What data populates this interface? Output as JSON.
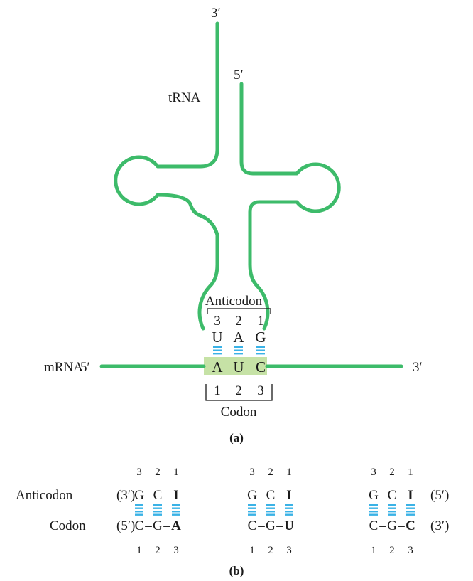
{
  "colors": {
    "strand": "#3dbb6a",
    "hbond": "#3ab2e6",
    "codon_highlight": "#c6e2a6",
    "text": "#1a1a1a"
  },
  "panel_a": {
    "trna_label": "tRNA",
    "trna_3prime": "3′",
    "trna_5prime": "5′",
    "anticodon_title": "Anticodon",
    "anticodon_positions": [
      "3",
      "2",
      "1"
    ],
    "anticodon_bases": [
      "U",
      "A",
      "G"
    ],
    "mrna_label": "mRNA",
    "mrna_5prime": "5′",
    "mrna_3prime": "3′",
    "codon_bases": [
      "A",
      "U",
      "C"
    ],
    "codon_positions": [
      "1",
      "2",
      "3"
    ],
    "codon_title": "Codon",
    "caption": "(a)"
  },
  "panel_b": {
    "row_anticodon_label": "Anticodon",
    "row_codon_label": "Codon",
    "left_3prime": "(3′)",
    "left_5prime": "(5′)",
    "right_5prime": "(5′)",
    "right_3prime": "(3′)",
    "top_positions": [
      "3",
      "2",
      "1"
    ],
    "bottom_positions": [
      "1",
      "2",
      "3"
    ],
    "dash": "–",
    "pairs": [
      {
        "anticodon": [
          "G",
          "C",
          "I"
        ],
        "codon": [
          "C",
          "G",
          "A"
        ]
      },
      {
        "anticodon": [
          "G",
          "C",
          "I"
        ],
        "codon": [
          "C",
          "G",
          "U"
        ]
      },
      {
        "anticodon": [
          "G",
          "C",
          "I"
        ],
        "codon": [
          "C",
          "G",
          "C"
        ]
      }
    ],
    "caption": "(b)"
  }
}
